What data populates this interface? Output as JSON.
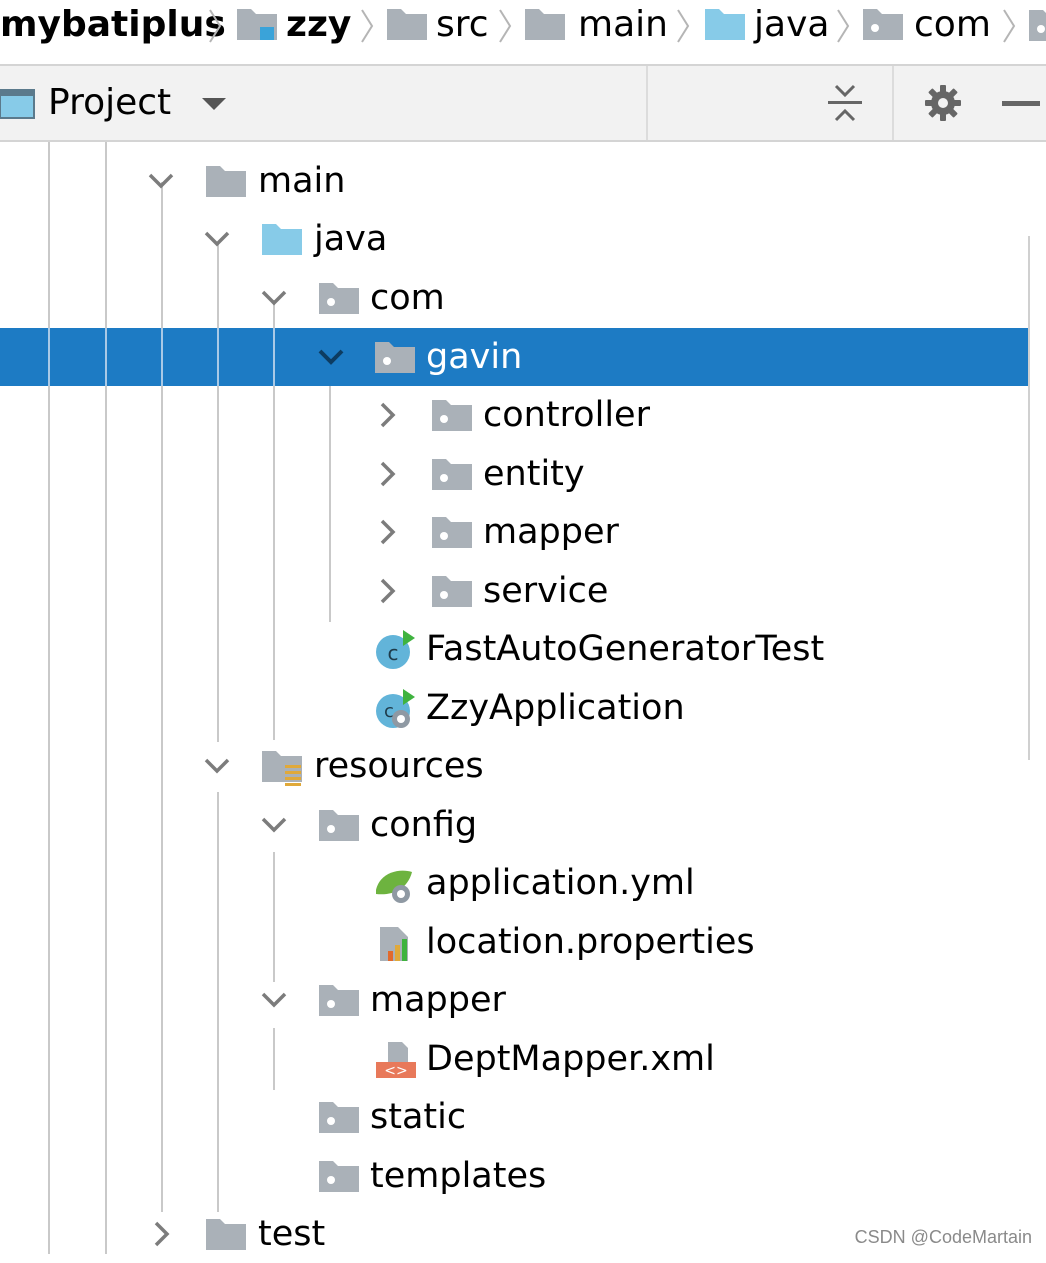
{
  "breadcrumb": [
    {
      "label": "mybatiplus",
      "icon": "none",
      "bold": true
    },
    {
      "label": "zzy",
      "icon": "module-folder-icon",
      "bold": true
    },
    {
      "label": "src",
      "icon": "folder-icon",
      "bold": false
    },
    {
      "label": "main",
      "icon": "folder-icon",
      "bold": false
    },
    {
      "label": "java",
      "icon": "source-folder-icon",
      "bold": false
    },
    {
      "label": "com",
      "icon": "package-icon",
      "bold": false
    }
  ],
  "toolbar": {
    "title": "Project"
  },
  "tree": {
    "main": "main",
    "java": "java",
    "com": "com",
    "gavin": "gavin",
    "controller": "controller",
    "entity": "entity",
    "mapper_pkg": "mapper",
    "service": "service",
    "fastauto": "FastAutoGeneratorTest",
    "zzyapp": "ZzyApplication",
    "resources": "resources",
    "config": "config",
    "appyml": "application.yml",
    "locprops": "location.properties",
    "mapper_dir": "mapper",
    "deptxml": "DeptMapper.xml",
    "static": "static",
    "templates": "templates",
    "test": "test"
  },
  "watermark": "CSDN @CodeMartain",
  "colors": {
    "selection": "#1d7bc4",
    "folder": "#aab1b8",
    "source_folder": "#87cbe8",
    "run": "#3fb33f"
  }
}
